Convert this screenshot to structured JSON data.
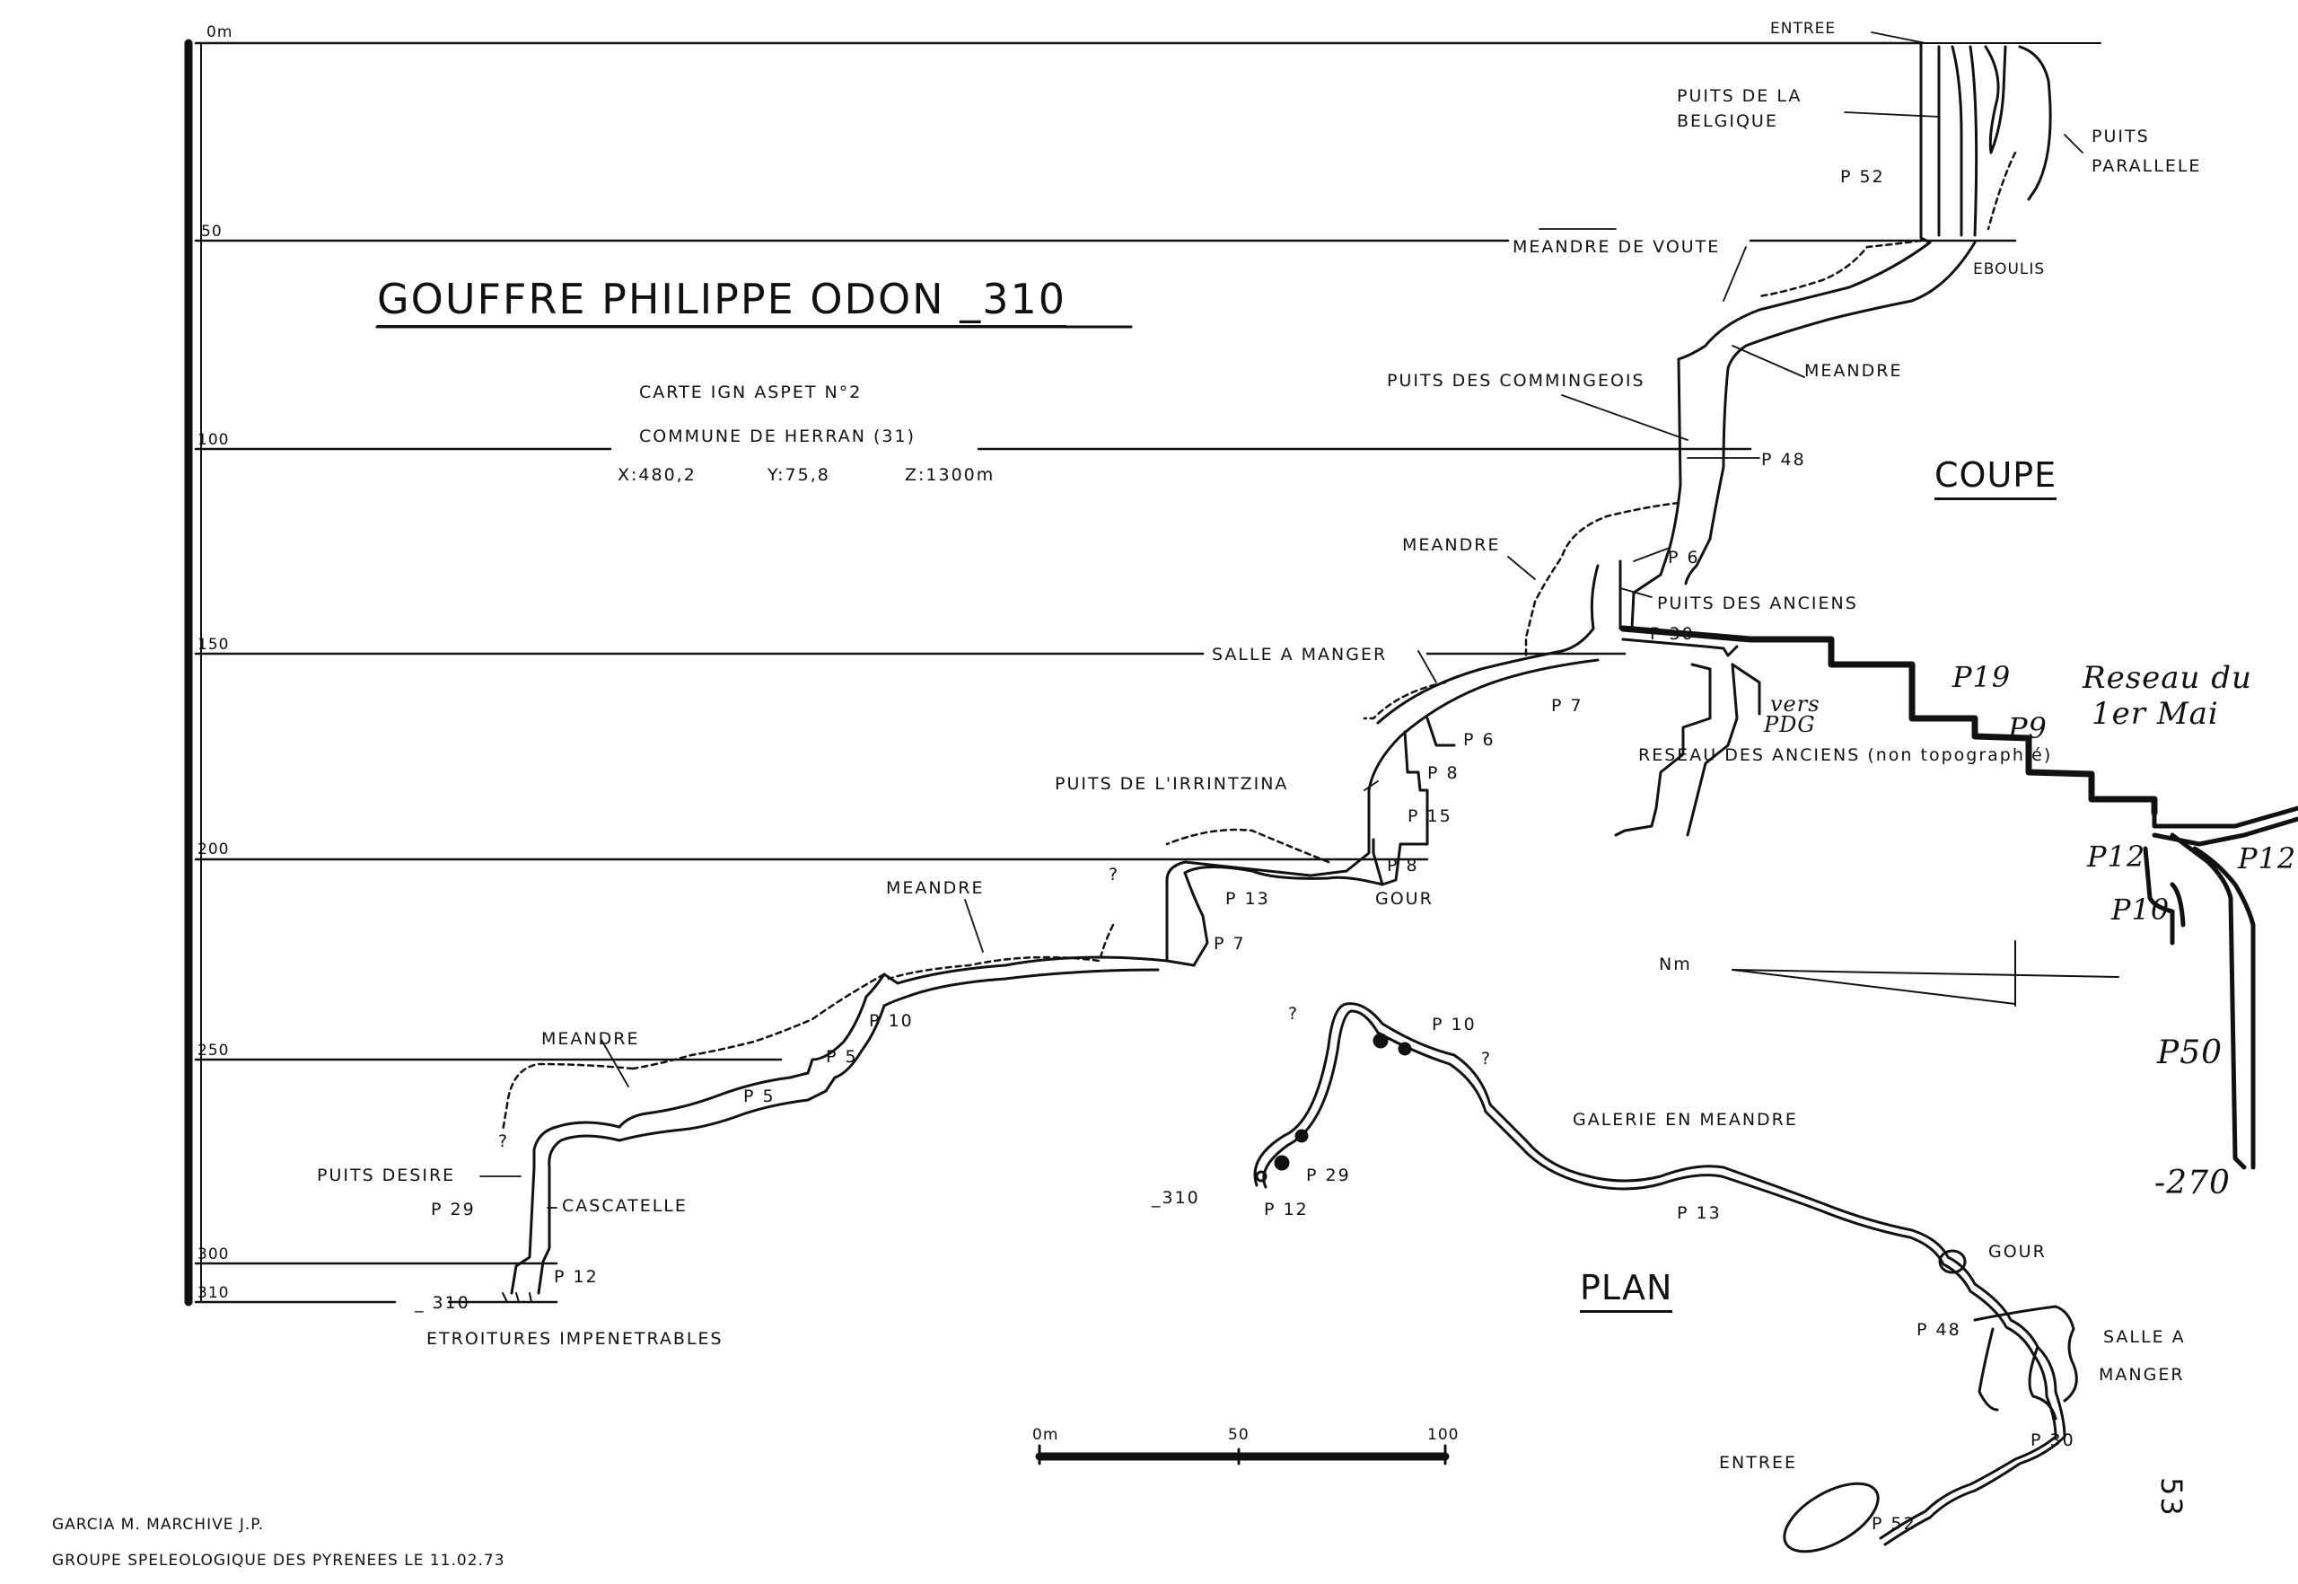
{
  "title": "GOUFFRE PHILIPPE ODON _310",
  "info": {
    "carte": "CARTE IGN ASPET N°2",
    "commune": "COMMUNE DE HERRAN (31)",
    "x": "X:480,2",
    "y": "Y:75,8",
    "z": "Z:1300m"
  },
  "depth_scale": [
    "0m",
    "50",
    "100",
    "150",
    "200",
    "250",
    "300",
    "310"
  ],
  "section_labels": {
    "coupe": "COUPE",
    "plan": "PLAN"
  },
  "coupe_labels": {
    "entree": "ENTREE",
    "puits_belgique_1": "PUITS DE LA",
    "puits_belgique_2": "BELGIQUE",
    "puits_parallele_1": "PUITS",
    "puits_parallele_2": "PARALLELE",
    "p52": "P 52",
    "meandre_voute": "MEANDRE DE VOUTE",
    "eboulis": "EBOULIS",
    "meandre_1": "MEANDRE",
    "puits_commingeois": "PUITS DES COMMINGEOIS",
    "p48": "P 48",
    "meandre_2": "MEANDRE",
    "p6_a": "P 6",
    "puits_anciens": "PUITS DES ANCIENS",
    "p30": "P 30",
    "salle_manger": "SALLE A MANGER",
    "p7_a": "P 7",
    "vers": "vers",
    "pdg": "PDG",
    "reseau_anciens": "RESEAU DES ANCIENS (non topographié)",
    "p6_b": "P 6",
    "p8_a": "P 8",
    "p15": "P 15",
    "puits_irrintzina": "PUITS DE L'IRRINTZINA",
    "p8_b": "P 8",
    "gour": "GOUR",
    "p13": "P 13",
    "meandre_3": "MEANDRE",
    "p7_b": "P 7",
    "q1": "?",
    "q2": "?",
    "p10": "P 10",
    "p5_a": "P 5",
    "p5_b": "P 5",
    "meandre_4": "MEANDRE",
    "q3": "?",
    "puits_desire": "PUITS DESIRE",
    "p29": "P 29",
    "cascatelle": "CASCATELLE",
    "p12": "P 12",
    "bottom_310": "_ 310",
    "etroitures": "ETROITURES IMPENETRABLES"
  },
  "hand_labels": {
    "reseau_1": "Reseau du",
    "reseau_2": "1er Mai",
    "p19": "P19",
    "p9": "P9",
    "p12_a": "P12",
    "p12_b": "P12",
    "p10": "P10",
    "p50": "P50",
    "m270": "-270"
  },
  "plan_labels": {
    "nm": "Nm",
    "p10": "P 10",
    "q_a": "?",
    "q_b": "?",
    "galerie": "GALERIE EN MEANDRE",
    "p29": "P 29",
    "m310": "_310",
    "p12": "P 12",
    "p13": "P 13",
    "gour": "GOUR",
    "p48": "P 48",
    "salle_1": "SALLE A",
    "salle_2": "MANGER",
    "p30": "P 30",
    "entree": "ENTREE",
    "p52": "P 52"
  },
  "scale_bar": [
    "0m",
    "50",
    "100"
  ],
  "authors": {
    "line1": "GARCIA M.   MARCHIVE J.P.",
    "line2": "GROUPE SPELEOLOGIQUE DES PYRENEES   LE 11.02.73"
  },
  "page_number": "53"
}
